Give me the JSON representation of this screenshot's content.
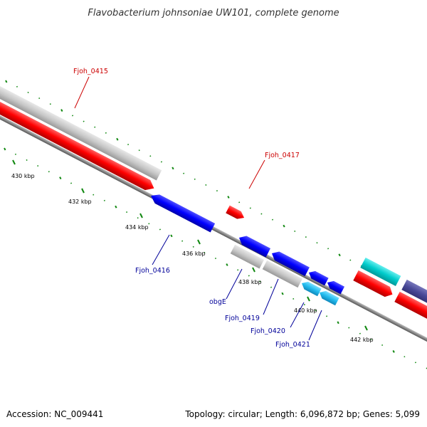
{
  "title": "Flavobacterium johnsoniae UW101, complete genome",
  "footer": {
    "accession": "Accession: NC_009441",
    "summary": "Topology: circular; Length: 6,096,872 bp; Genes: 5,099"
  },
  "colors": {
    "forward_cds": "#ff0000",
    "reverse_cds": "#0000ff",
    "other_gene": "#c8c8c8",
    "cyan_gene": "#00cccc",
    "light_blue_gene": "#22bbee",
    "purple_gene": "#4a4a99",
    "backbone": "#888888",
    "tick": "#118811",
    "forward_label": "#cc0000",
    "reverse_label": "#000099"
  },
  "scale_labels": [
    "430 kbp",
    "432 kbp",
    "434 kbp",
    "436 kbp",
    "438 kbp",
    "440 kbp",
    "442 kbp"
  ],
  "gene_labels": [
    {
      "text": "Fjoh_0415",
      "strand": "forward"
    },
    {
      "text": "Fjoh_0417",
      "strand": "forward"
    },
    {
      "text": "Fjoh_0416",
      "strand": "reverse"
    },
    {
      "text": "obgE",
      "strand": "reverse"
    },
    {
      "text": "Fjoh_0419",
      "strand": "reverse"
    },
    {
      "text": "Fjoh_0420",
      "strand": "reverse"
    },
    {
      "text": "Fjoh_0421",
      "strand": "reverse"
    }
  ]
}
